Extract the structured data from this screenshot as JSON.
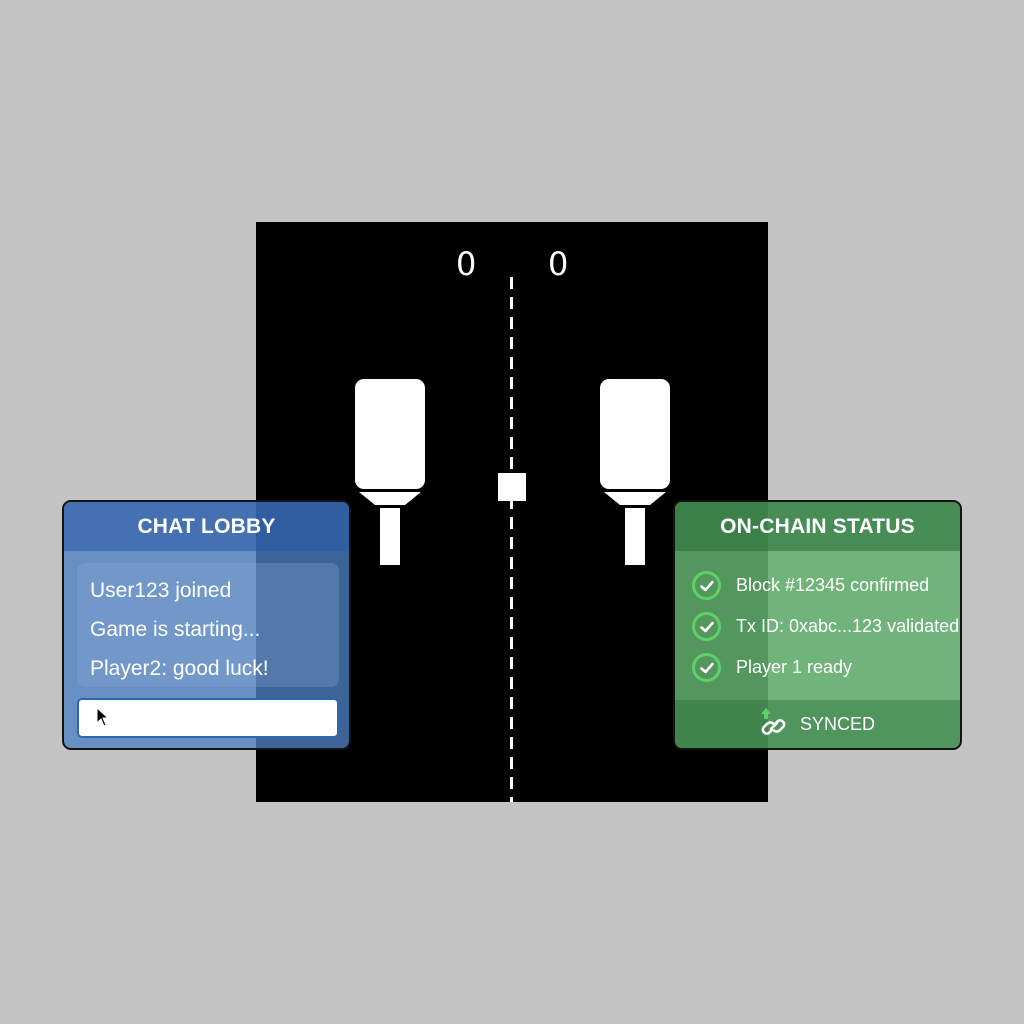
{
  "game": {
    "score_left": "0",
    "score_right": "0",
    "colors": {
      "field": "#000000",
      "foreground": "#ffffff",
      "background": "#c4c4c4"
    }
  },
  "chat": {
    "title": "CHAT LOBBY",
    "messages": [
      {
        "text": "User123 joined"
      },
      {
        "text": "Game is starting..."
      },
      {
        "text": "Player2: good luck!"
      }
    ],
    "input": {
      "value": "",
      "placeholder": ""
    },
    "colors": {
      "panel": "#4e80c4",
      "header": "#3a6db3",
      "input_border": "#2f66b3"
    }
  },
  "chain": {
    "title": "ON-CHAIN STATUS",
    "items": [
      {
        "icon": "check-circle-icon",
        "text": "Block #12345 confirmed"
      },
      {
        "icon": "check-circle-icon",
        "text": "Tx ID: 0xabc...123 validated"
      },
      {
        "icon": "check-circle-icon",
        "text": "Player 1 ready"
      }
    ],
    "footer": {
      "icon": "chain-link-sync-icon",
      "label": "SYNCED"
    },
    "colors": {
      "panel": "#6db377",
      "header": "#4a8a55",
      "check": "#5fd067"
    }
  }
}
